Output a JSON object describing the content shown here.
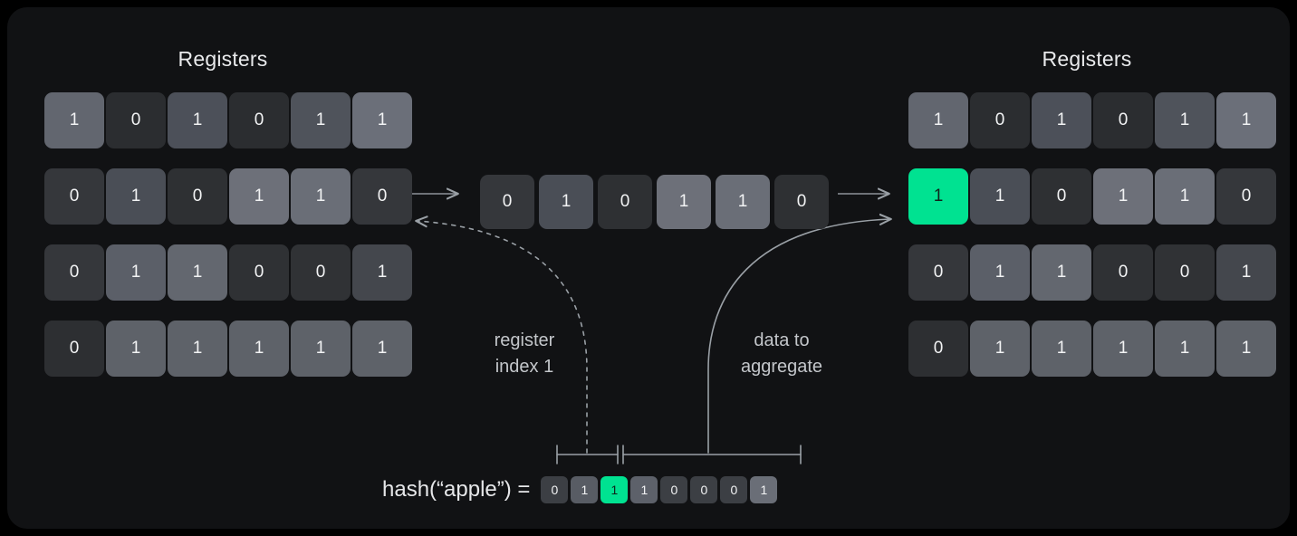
{
  "background": "#000000",
  "panel_color": "#111214",
  "accent": "#00e291",
  "titles": {
    "left": "Registers",
    "right": "Registers"
  },
  "palette": {
    "off_dark": "#2b2d30",
    "on_light": "#696d78",
    "on_mid": "#52565e",
    "on_dim": "#44474d",
    "highlight": "#00e291"
  },
  "left_grid": {
    "rows": [
      {
        "cells": [
          {
            "v": "1",
            "shade": "#62666f"
          },
          {
            "v": "0",
            "shade": "#2b2d30"
          },
          {
            "v": "1",
            "shade": "#4c5059"
          },
          {
            "v": "0",
            "shade": "#2b2d30"
          },
          {
            "v": "1",
            "shade": "#4f535b"
          },
          {
            "v": "1",
            "shade": "#6b6f79"
          }
        ]
      },
      {
        "cells": [
          {
            "v": "0",
            "shade": "#35373b"
          },
          {
            "v": "1",
            "shade": "#4a4e56"
          },
          {
            "v": "0",
            "shade": "#2e3033"
          },
          {
            "v": "1",
            "shade": "#6d7079"
          },
          {
            "v": "1",
            "shade": "#6a6e77"
          },
          {
            "v": "0",
            "shade": "#35373b"
          }
        ]
      },
      {
        "cells": [
          {
            "v": "0",
            "shade": "#35373b"
          },
          {
            "v": "1",
            "shade": "#5b5f68"
          },
          {
            "v": "1",
            "shade": "#63676f"
          },
          {
            "v": "0",
            "shade": "#2f3134"
          },
          {
            "v": "0",
            "shade": "#303235"
          },
          {
            "v": "1",
            "shade": "#44474d"
          }
        ]
      },
      {
        "cells": [
          {
            "v": "0",
            "shade": "#2d2f32"
          },
          {
            "v": "1",
            "shade": "#5e6269"
          },
          {
            "v": "1",
            "shade": "#5e6269"
          },
          {
            "v": "1",
            "shade": "#5e6269"
          },
          {
            "v": "1",
            "shade": "#5e6269"
          },
          {
            "v": "1",
            "shade": "#5e6269"
          }
        ]
      }
    ]
  },
  "middle_register": {
    "cells": [
      {
        "v": "0",
        "shade": "#35373b"
      },
      {
        "v": "1",
        "shade": "#4a4e56"
      },
      {
        "v": "0",
        "shade": "#2e3033"
      },
      {
        "v": "1",
        "shade": "#6d7079"
      },
      {
        "v": "1",
        "shade": "#6a6e77"
      },
      {
        "v": "0",
        "shade": "#2e3033"
      }
    ]
  },
  "right_grid": {
    "rows": [
      {
        "cells": [
          {
            "v": "1",
            "shade": "#62666f"
          },
          {
            "v": "0",
            "shade": "#2b2d30"
          },
          {
            "v": "1",
            "shade": "#4c5059"
          },
          {
            "v": "0",
            "shade": "#2b2d30"
          },
          {
            "v": "1",
            "shade": "#4f535b"
          },
          {
            "v": "1",
            "shade": "#6b6f79"
          }
        ]
      },
      {
        "cells": [
          {
            "v": "1",
            "shade": "#00e291",
            "highlight": true
          },
          {
            "v": "1",
            "shade": "#4a4e56"
          },
          {
            "v": "0",
            "shade": "#2e3033"
          },
          {
            "v": "1",
            "shade": "#6d7079"
          },
          {
            "v": "1",
            "shade": "#6a6e77"
          },
          {
            "v": "0",
            "shade": "#35373b"
          }
        ]
      },
      {
        "cells": [
          {
            "v": "0",
            "shade": "#35373b"
          },
          {
            "v": "1",
            "shade": "#5b5f68"
          },
          {
            "v": "1",
            "shade": "#63676f"
          },
          {
            "v": "0",
            "shade": "#2f3134"
          },
          {
            "v": "0",
            "shade": "#303235"
          },
          {
            "v": "1",
            "shade": "#44474d"
          }
        ]
      },
      {
        "cells": [
          {
            "v": "0",
            "shade": "#2d2f32"
          },
          {
            "v": "1",
            "shade": "#5e6269"
          },
          {
            "v": "1",
            "shade": "#5e6269"
          },
          {
            "v": "1",
            "shade": "#5e6269"
          },
          {
            "v": "1",
            "shade": "#5e6269"
          },
          {
            "v": "1",
            "shade": "#5e6269"
          }
        ]
      }
    ]
  },
  "annotations": {
    "register_index_label": "register\nindex 1",
    "data_to_aggregate_label": "data to\naggregate"
  },
  "hash": {
    "label": "hash(“apple”) =",
    "bits": [
      {
        "v": "0",
        "shade": "#3c3f44"
      },
      {
        "v": "1",
        "shade": "#585c64"
      },
      {
        "v": "1",
        "shade": "#00e291",
        "highlight": true
      },
      {
        "v": "1",
        "shade": "#5d616a"
      },
      {
        "v": "0",
        "shade": "#3c3f44"
      },
      {
        "v": "0",
        "shade": "#3c3f44"
      },
      {
        "v": "0",
        "shade": "#3c3f44"
      },
      {
        "v": "1",
        "shade": "#6a6e77"
      }
    ],
    "bracket_index_bits": 2,
    "bracket_data_bits": 6
  }
}
